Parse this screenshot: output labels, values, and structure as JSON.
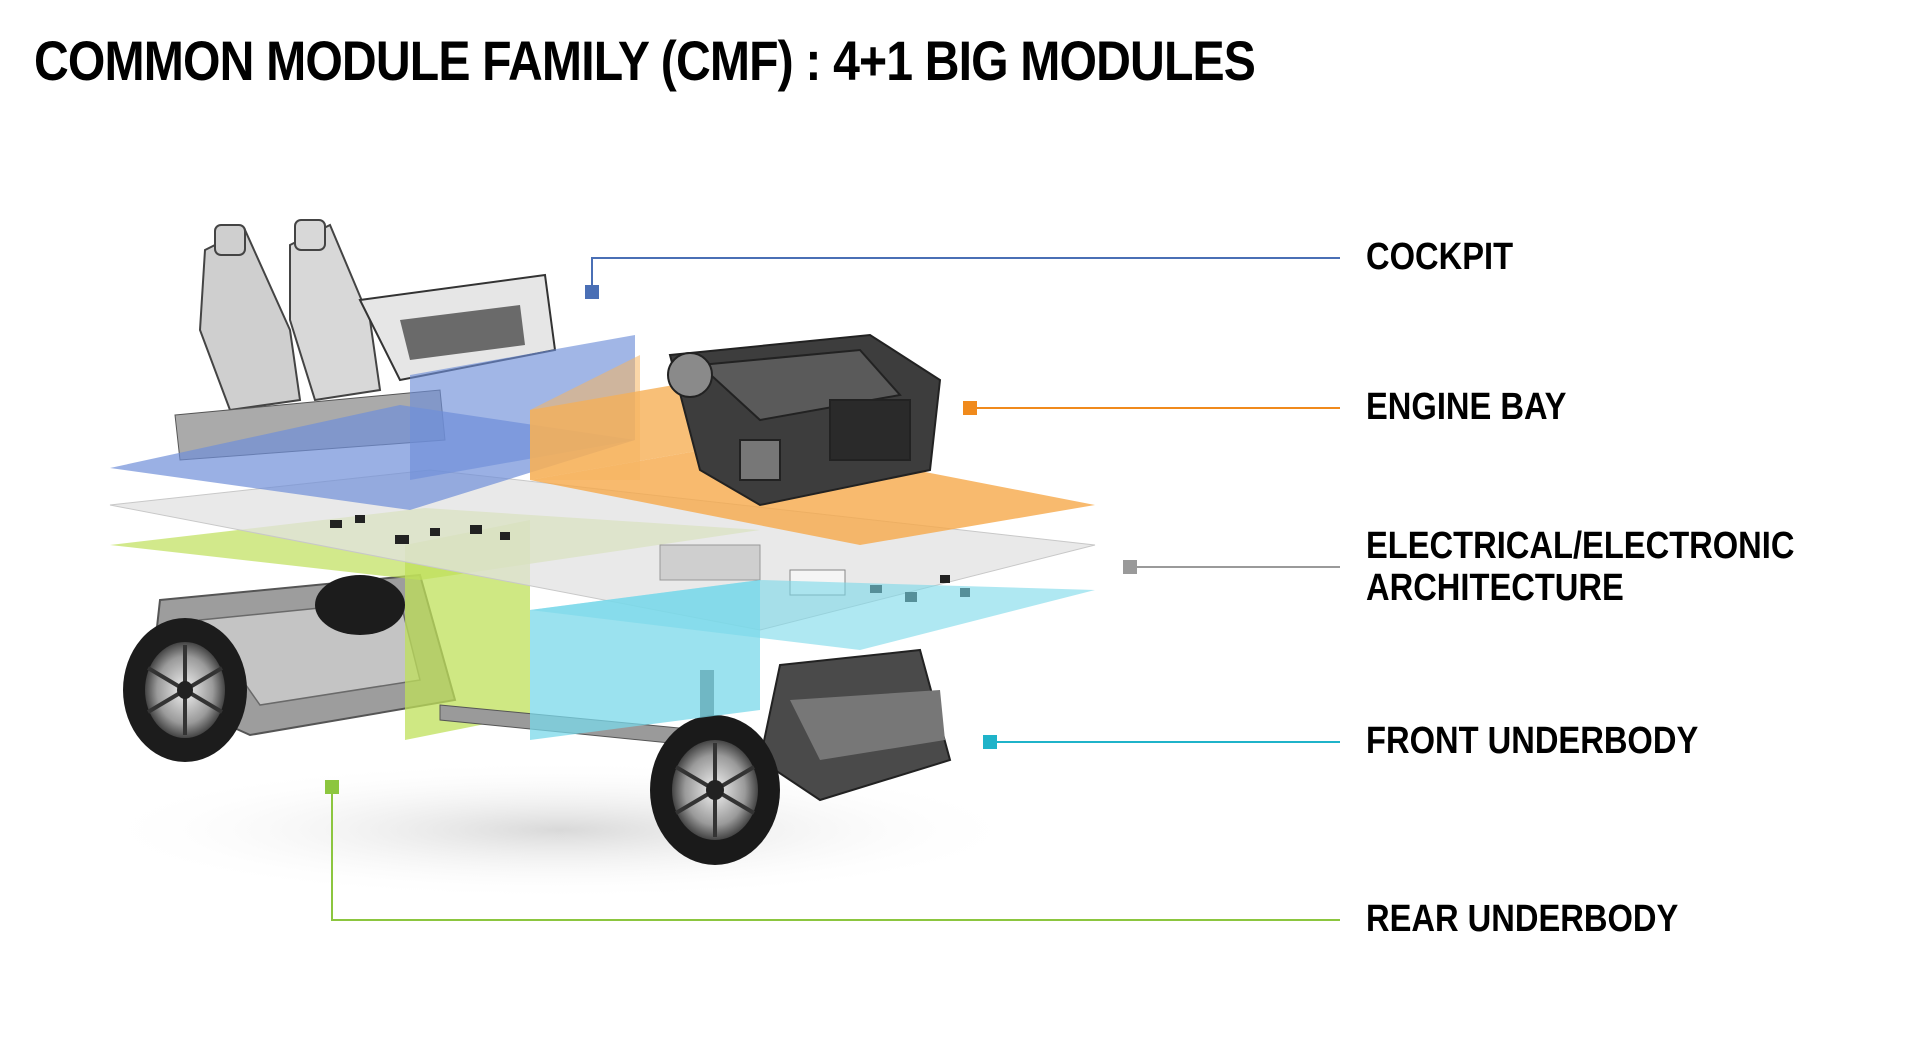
{
  "title": "COMMON MODULE FAMILY (CMF) : 4+1 BIG MODULES",
  "modules": [
    {
      "id": "cockpit",
      "label_lines": [
        "COCKPIT"
      ],
      "color": "#4a6fb5"
    },
    {
      "id": "engine-bay",
      "label_lines": [
        "ENGINE BAY"
      ],
      "color": "#f08a1c"
    },
    {
      "id": "electrical",
      "label_lines": [
        "ELECTRICAL/ELECTRONIC",
        "ARCHITECTURE"
      ],
      "color": "#9a9a9a"
    },
    {
      "id": "front-underbody",
      "label_lines": [
        "FRONT UNDERBODY"
      ],
      "color": "#1fb3c9"
    },
    {
      "id": "rear-underbody",
      "label_lines": [
        "REAR UNDERBODY"
      ],
      "color": "#8cc63f"
    }
  ],
  "illustration": {
    "description_icons": [
      "seat-icon",
      "engine-icon",
      "wheel-icon",
      "chassis-icon"
    ],
    "colors": {
      "cockpit_plane": "#6f8fd8",
      "engine_plane": "#f6a94a",
      "electrical_plane": "#d6d6d6",
      "front_plane": "#7ad8ea",
      "rear_plane": "#bfe05a"
    }
  }
}
